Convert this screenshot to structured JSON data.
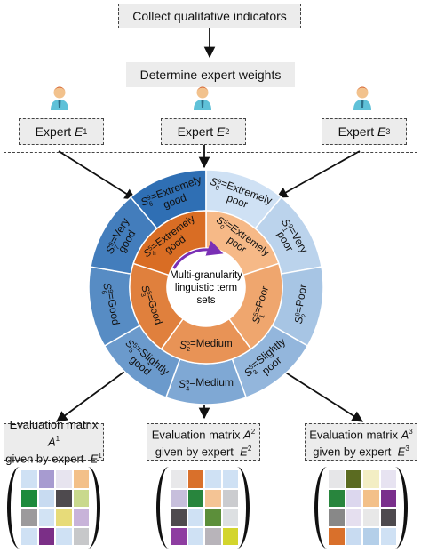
{
  "top": {
    "collect": "Collect qualitative indicators",
    "weights": "Determine expert weights"
  },
  "experts": [
    {
      "label": "Expert",
      "symbol": "E",
      "sup": "1"
    },
    {
      "label": "Expert",
      "symbol": "E",
      "sup": "2"
    },
    {
      "label": "Expert",
      "symbol": "E",
      "sup": "3"
    }
  ],
  "wheel": {
    "center": [
      "Multi-granularity",
      "linguistic term",
      "sets"
    ],
    "outer_terms": [
      {
        "sym": "S",
        "sub": "6",
        "sup": "9",
        "text": "=Extremely",
        "text2": "good"
      },
      {
        "sym": "S",
        "sub": "0",
        "sup": "9",
        "text": "=Extremely",
        "text2": "poor"
      },
      {
        "sym": "S",
        "sub": "1",
        "sup": "9",
        "text": "=Very",
        "text2": "poor"
      },
      {
        "sym": "S",
        "sub": "2",
        "sup": "9",
        "text": "=Poor",
        "text2": ""
      },
      {
        "sym": "S",
        "sub": "3",
        "sup": "5",
        "text": "=Slightly",
        "text2": "poor"
      },
      {
        "sym": "S",
        "sub": "4",
        "sup": "9",
        "text": "=Medium",
        "text2": ""
      },
      {
        "sym": "S",
        "sub": "5",
        "sup": "5",
        "text": "=Slightly",
        "text2": "good"
      },
      {
        "sym": "S",
        "sub": "6",
        "sup": "9",
        "text": "=Good",
        "text2": ""
      },
      {
        "sym": "S",
        "sub": "7",
        "sup": "9",
        "text": "=Very",
        "text2": "good"
      }
    ],
    "inner_terms": [
      {
        "sym": "S",
        "sub": "0",
        "sup": "5",
        "text": "=Extremely",
        "text2": "poor"
      },
      {
        "sym": "S",
        "sub": "1",
        "sup": "5",
        "text": "=Poor",
        "text2": ""
      },
      {
        "sym": "S",
        "sub": "2",
        "sup": "5",
        "text": "=Medium",
        "text2": ""
      },
      {
        "sym": "S",
        "sub": "3",
        "sup": "5",
        "text": "=Good",
        "text2": ""
      },
      {
        "sym": "S",
        "sub": "4",
        "sup": "5",
        "text": "=Extremely",
        "text2": "good"
      }
    ]
  },
  "matrices": [
    {
      "line1": "Evaluation matrix",
      "symbol": "A",
      "sup": "1",
      "line2": "given by expert",
      "symbol2": "E",
      "sup2": "1"
    },
    {
      "line1": "Evaluation matrix",
      "symbol": "A",
      "sup": "2",
      "line2": "given by expert",
      "symbol2": "E",
      "sup2": "2"
    },
    {
      "line1": "Evaluation matrix",
      "symbol": "A",
      "sup": "3",
      "line2": "given by expert",
      "symbol2": "E",
      "sup2": "3"
    }
  ],
  "colors": {
    "outer_dark": "#2f6fb4",
    "outer_light": "#cfe1f4",
    "inner_dark": "#d96d24",
    "inner_light": "#f6b987",
    "center_arrow": "#7a2fb5"
  },
  "matrix_cells": [
    [
      "#cfe1f4",
      "#a79bd0",
      "#e7e4ef",
      "#f3c089",
      "#1c8a3b",
      "#c8dbf1",
      "#4e4a4e",
      "#c9d98d",
      "#9c9a9c",
      "#d2e3f4",
      "#e7db79",
      "#c8b3d9",
      "#cfe1f4",
      "#7b2f87",
      "#cfe1f4",
      "#c7c8ca"
    ],
    [
      "#e8e8ea",
      "#d9702b",
      "#cfe1f4",
      "#cfe1f4",
      "#c7bfdc",
      "#28853d",
      "#f4c495",
      "#cbcccf",
      "#4e4a4e",
      "#cfe1f4",
      "#5c8f3a",
      "#dde0e2",
      "#8e3da1",
      "#cfe1f4",
      "#b8b4ba",
      "#d3d52d"
    ],
    [
      "#e6e6e8",
      "#5b6b21",
      "#f3eec4",
      "#e7e3f1",
      "#28853d",
      "#dcd7ee",
      "#f3c089",
      "#7a2f8c",
      "#888888",
      "#e5dfef",
      "#e8e8e8",
      "#4e4a4e",
      "#d9702b",
      "#c8dbf1",
      "#b4cfe9",
      "#cfe1f4"
    ]
  ]
}
